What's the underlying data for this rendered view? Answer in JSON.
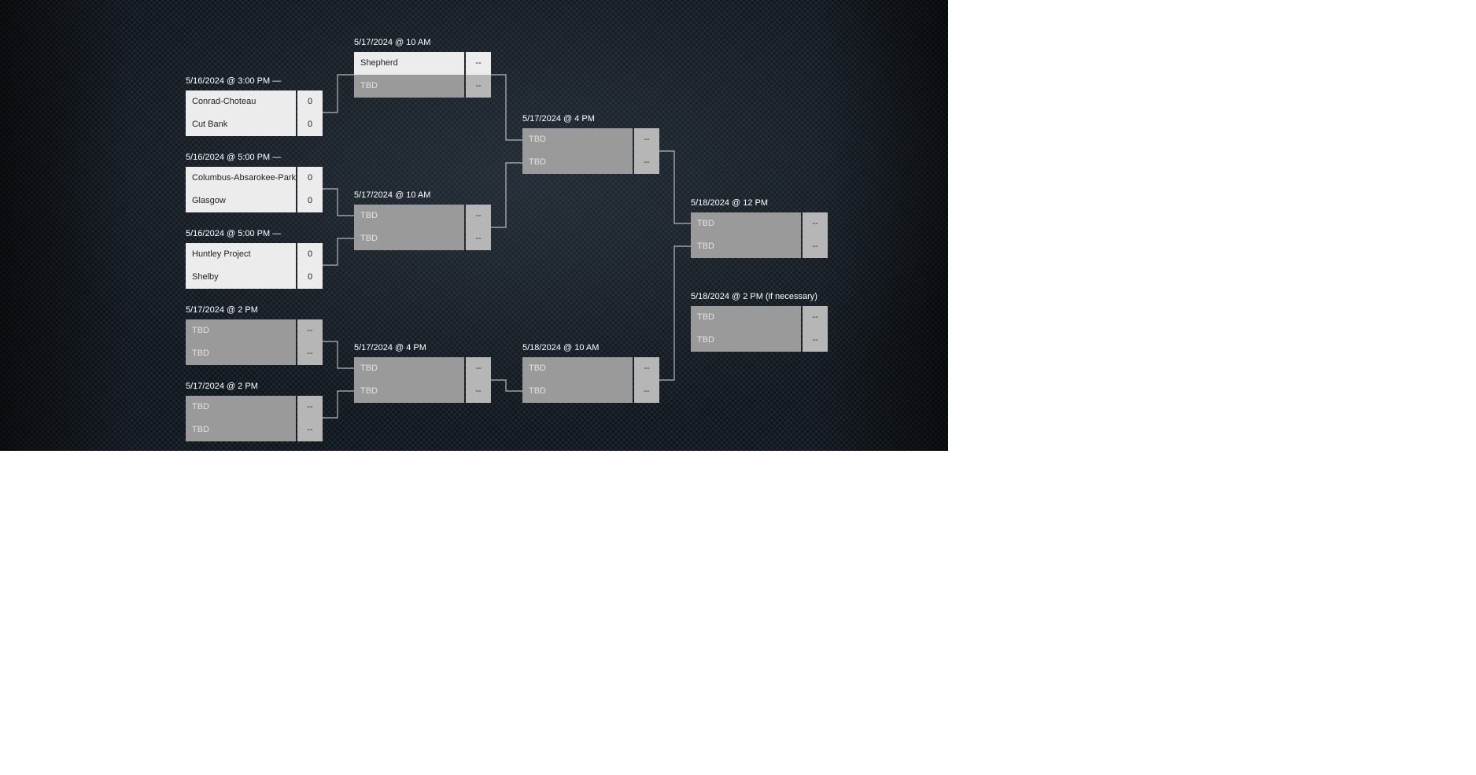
{
  "bracket": {
    "matches": [
      {
        "label": "5/16/2024 @ 3:00 PM —",
        "teams": [
          {
            "name": "Conrad-Choteau",
            "score": "0",
            "tbd": false
          },
          {
            "name": "Cut Bank",
            "score": "0",
            "tbd": false
          }
        ]
      },
      {
        "label": "5/16/2024 @ 5:00 PM —",
        "teams": [
          {
            "name": "Columbus-Absarokee-Park",
            "score": "0",
            "tbd": false
          },
          {
            "name": "Glasgow",
            "score": "0",
            "tbd": false
          }
        ]
      },
      {
        "label": "5/16/2024 @ 5:00 PM —",
        "teams": [
          {
            "name": "Huntley Project",
            "score": "0",
            "tbd": false
          },
          {
            "name": "Shelby",
            "score": "0",
            "tbd": false
          }
        ]
      },
      {
        "label": "5/17/2024 @ 2 PM",
        "teams": [
          {
            "name": "TBD",
            "score": "--",
            "tbd": true
          },
          {
            "name": "TBD",
            "score": "--",
            "tbd": true
          }
        ]
      },
      {
        "label": "5/17/2024 @ 2 PM",
        "teams": [
          {
            "name": "TBD",
            "score": "--",
            "tbd": true
          },
          {
            "name": "TBD",
            "score": "--",
            "tbd": true
          }
        ]
      },
      {
        "label": "5/17/2024 @ 10 AM",
        "teams": [
          {
            "name": "Shepherd",
            "score": "--",
            "tbd": false
          },
          {
            "name": "TBD",
            "score": "--",
            "tbd": true
          }
        ]
      },
      {
        "label": "5/17/2024 @ 10 AM",
        "teams": [
          {
            "name": "TBD",
            "score": "--",
            "tbd": true
          },
          {
            "name": "TBD",
            "score": "--",
            "tbd": true
          }
        ]
      },
      {
        "label": "5/17/2024 @ 4 PM",
        "teams": [
          {
            "name": "TBD",
            "score": "--",
            "tbd": true
          },
          {
            "name": "TBD",
            "score": "--",
            "tbd": true
          }
        ]
      },
      {
        "label": "5/17/2024 @ 4 PM",
        "teams": [
          {
            "name": "TBD",
            "score": "--",
            "tbd": true
          },
          {
            "name": "TBD",
            "score": "--",
            "tbd": true
          }
        ]
      },
      {
        "label": "5/18/2024 @ 10 AM",
        "teams": [
          {
            "name": "TBD",
            "score": "--",
            "tbd": true
          },
          {
            "name": "TBD",
            "score": "--",
            "tbd": true
          }
        ]
      },
      {
        "label": "5/18/2024 @ 12 PM",
        "teams": [
          {
            "name": "TBD",
            "score": "--",
            "tbd": true
          },
          {
            "name": "TBD",
            "score": "--",
            "tbd": true
          }
        ]
      },
      {
        "label": "5/18/2024 @ 2 PM (if necessary)",
        "teams": [
          {
            "name": "TBD",
            "score": "--",
            "tbd": true
          },
          {
            "name": "TBD",
            "score": "--",
            "tbd": true
          }
        ]
      }
    ]
  },
  "colors": {
    "background": "#0f151c",
    "known_team_row": "#ececec",
    "tbd_team_row": "#9a9a9a",
    "tbd_score_cell": "#b6b6b6",
    "connector_line": "#b8b8b8",
    "label_text": "#ffffff"
  }
}
